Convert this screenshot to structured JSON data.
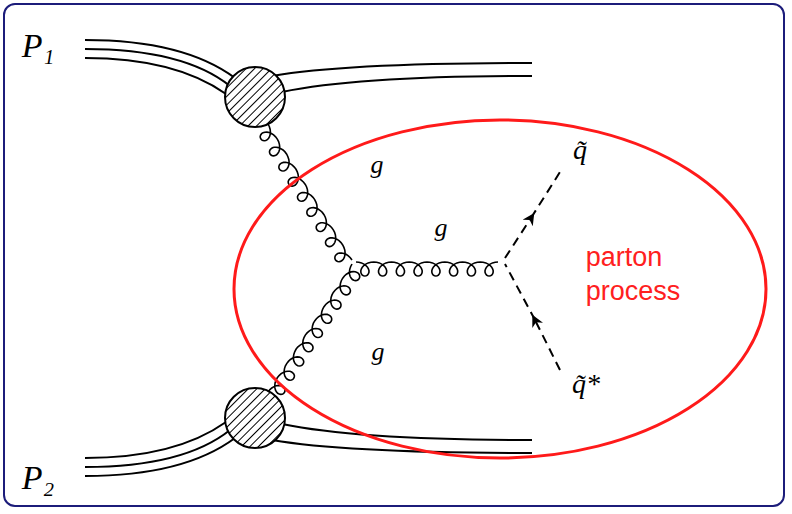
{
  "diagram": {
    "nodes": [
      {
        "text": [
          "parton process"
        ]
      }
    ],
    "labels": [
      "P₁",
      "g",
      "g",
      "g",
      "q̃",
      "q̃*",
      "P₂"
    ]
  }
}
